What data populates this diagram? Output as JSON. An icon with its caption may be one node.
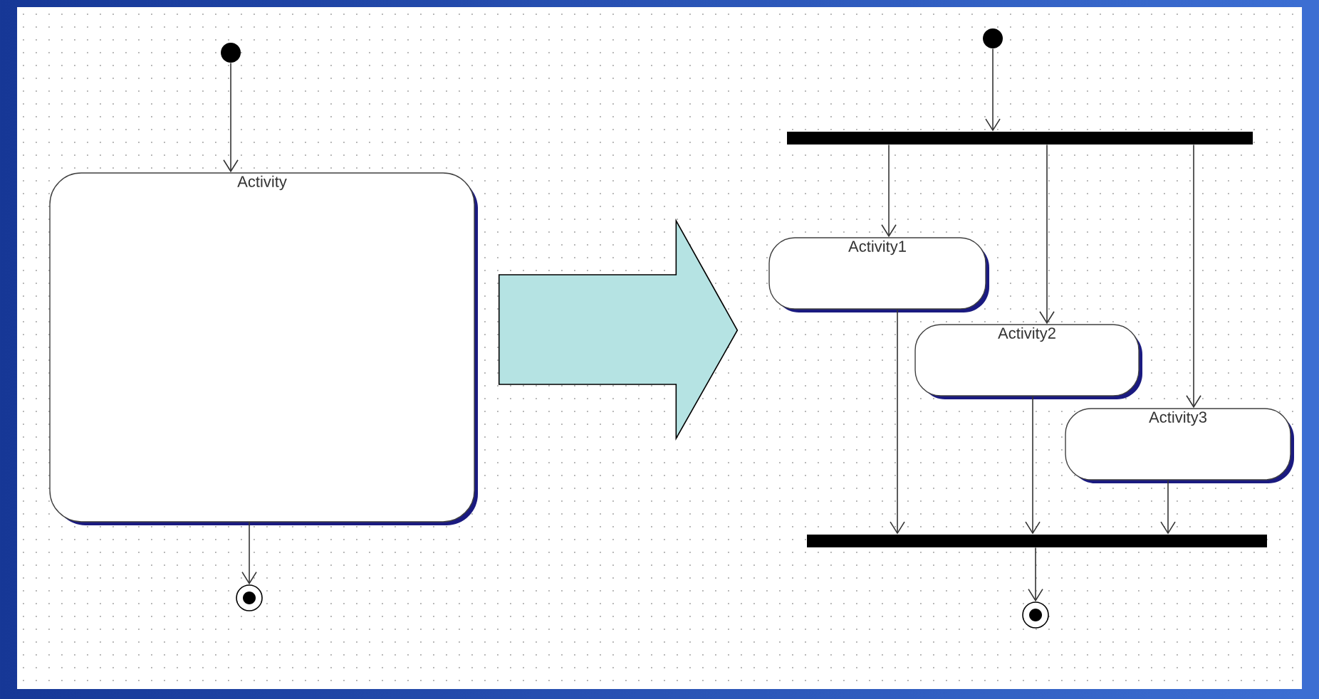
{
  "diagram": {
    "nodes": [
      {
        "text": [],
        "shape": "circle"
      },
      {
        "text": [
          "Activity"
        ]
      },
      {
        "text": [],
        "shape": "bullseye"
      },
      {
        "text": [],
        "shape": "circle"
      },
      {
        "text": [],
        "shape": "bar"
      },
      {
        "text": [
          "Activity1"
        ]
      },
      {
        "text": [
          "Activity2"
        ]
      },
      {
        "text": [
          "Activity3"
        ]
      },
      {
        "text": [],
        "shape": "bar"
      },
      {
        "text": [],
        "shape": "bullseye"
      }
    ],
    "edges": [
      {
        "from": 0,
        "to": 1,
        "arrow": "to"
      },
      {
        "from": 1,
        "to": 2,
        "arrow": "to"
      },
      {
        "from": 3,
        "to": 4,
        "arrow": "to"
      },
      {
        "from": 4,
        "to": 5,
        "arrow": "to"
      },
      {
        "from": 4,
        "to": 6,
        "arrow": "to"
      },
      {
        "from": 4,
        "to": 7,
        "arrow": "to"
      },
      {
        "from": 5,
        "to": 8,
        "arrow": "to"
      },
      {
        "from": 6,
        "to": 8,
        "arrow": "to"
      },
      {
        "from": 7,
        "to": 8,
        "arrow": "to"
      },
      {
        "from": 8,
        "to": 9,
        "arrow": "to"
      },
      {
        "from": 1,
        "to": 5,
        "arrow": "to",
        "style": "thick"
      }
    ]
  }
}
